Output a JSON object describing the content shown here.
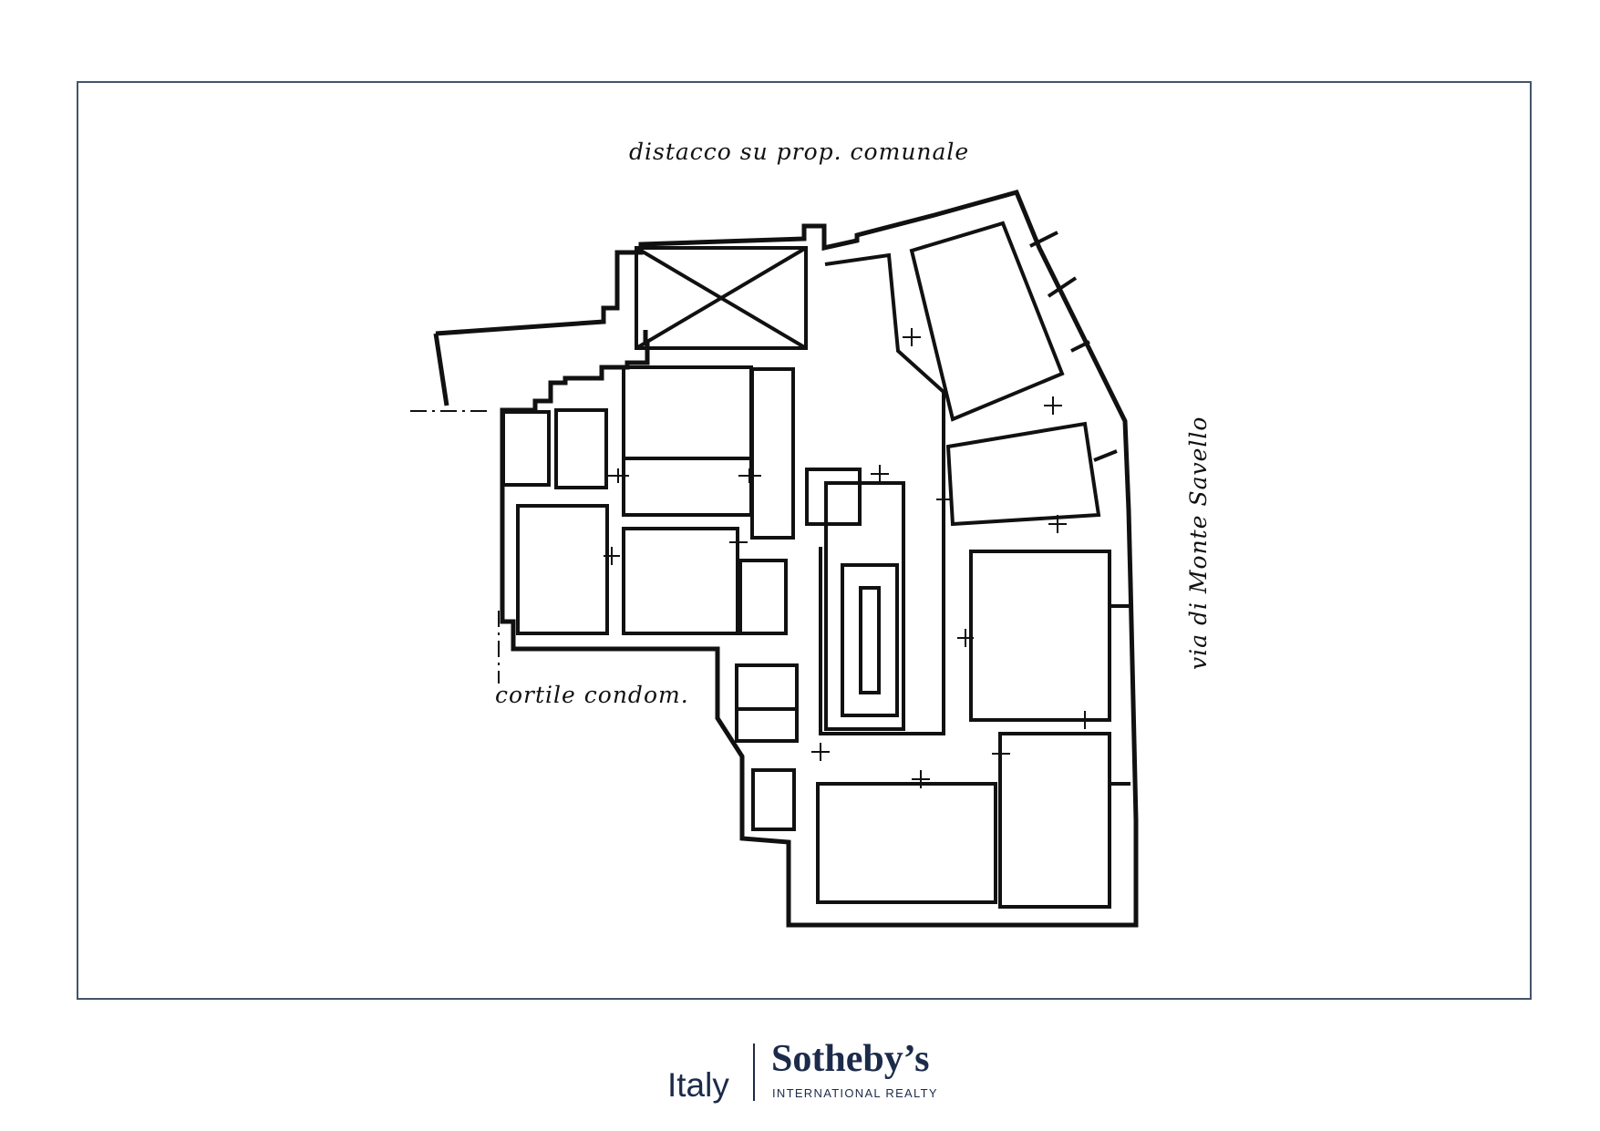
{
  "labels": {
    "top": "distacco su prop. comunale",
    "courtyard": "cortile condom.",
    "street": "via di Monte Savello"
  },
  "brand": {
    "region": "Italy",
    "name": "Sotheby’s",
    "subtitle": "INTERNATIONAL REALTY",
    "color": "#1c2b4a"
  },
  "colors": {
    "frame": "#44546a",
    "ink": "#111111"
  }
}
